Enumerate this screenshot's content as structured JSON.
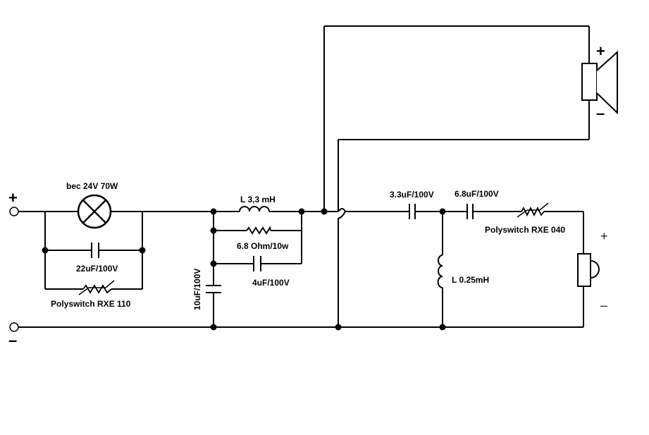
{
  "labels": {
    "lamp": "bec 24V 70W",
    "cap_22uf": "22uF/100V",
    "polyswitch_110": "Polyswitch RXE 110",
    "inductor_3_3": "L 3,3 mH",
    "resistor": "6.8 Ohm/10w",
    "cap_4uf": "4uF/100V",
    "cap_10uf": "10uF/100V",
    "cap_3_3uf": "3.3uF/100V",
    "cap_6_8uf": "6.8uF/100V",
    "polyswitch_040": "Polyswitch RXE 040",
    "inductor_025": "L 0.25mH"
  },
  "terminals": {
    "input_plus": "+",
    "input_minus": "–",
    "woofer_plus": "+",
    "woofer_minus": "–",
    "tweeter_plus": "+",
    "tweeter_minus": "–"
  }
}
